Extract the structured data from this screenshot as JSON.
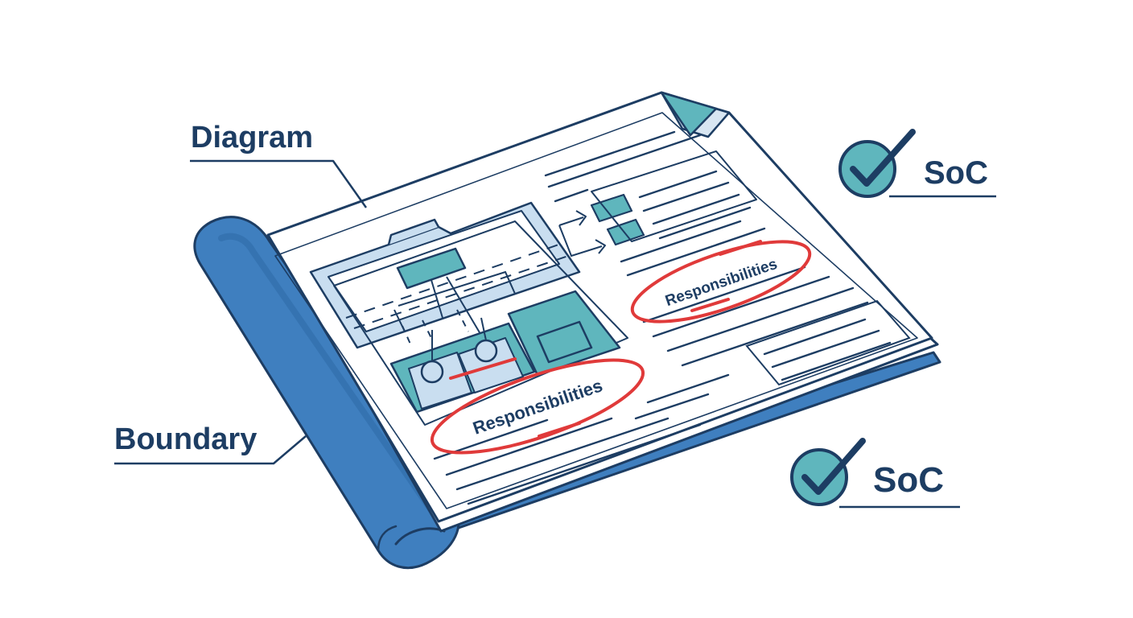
{
  "labels": {
    "diagram": "Diagram",
    "boundary": "Boundary",
    "soc_top": "SoC",
    "soc_bottom": "SoC",
    "responsibilities_left": "Responsibilities",
    "responsibilities_right": "Responsibilities"
  },
  "colors": {
    "navy": "#1d3d63",
    "binder_blue": "#3f7fbf",
    "teal": "#5fb6bd",
    "light_blue": "#c9def0",
    "highlight_red": "#e03a3a",
    "paper": "#ffffff"
  },
  "icons": [
    "check-circle-icon",
    "check-circle-icon",
    "folded-corner-icon",
    "arrow-right-icon"
  ]
}
